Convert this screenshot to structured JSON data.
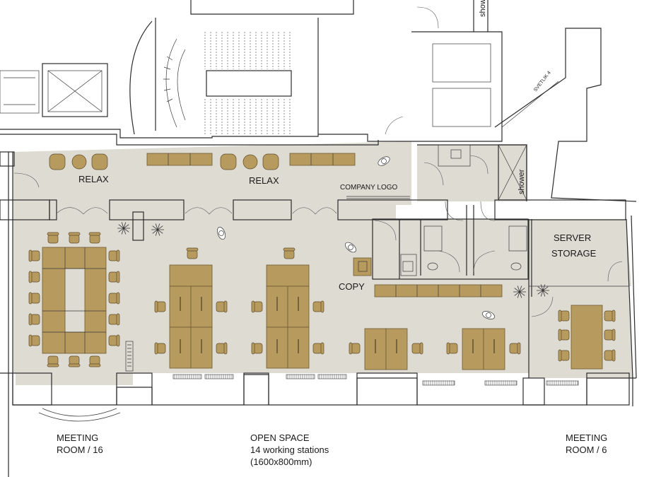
{
  "labels": {
    "relax_left": "RELAX",
    "relax_right": "RELAX",
    "company_logo": "COMPANY LOGO",
    "copy": "COPY",
    "server_line1": "SERVER",
    "server_line2": "STORAGE",
    "shower_top": "shower",
    "shower_right": "shower",
    "stair_tag": "SVETLIK 4"
  },
  "captions": {
    "meeting16": {
      "line1": "MEETING",
      "line2": "ROOM / 16"
    },
    "openspace": {
      "line1": "OPEN SPACE",
      "line2": "14 working stations",
      "line3": "(1600x800mm)"
    },
    "meeting6": {
      "line1": "MEETING",
      "line2": "ROOM / 6"
    }
  },
  "colors": {
    "floor": "#dedbd3",
    "furniture": "#b79a5e",
    "walls": "#2b2b2b"
  }
}
